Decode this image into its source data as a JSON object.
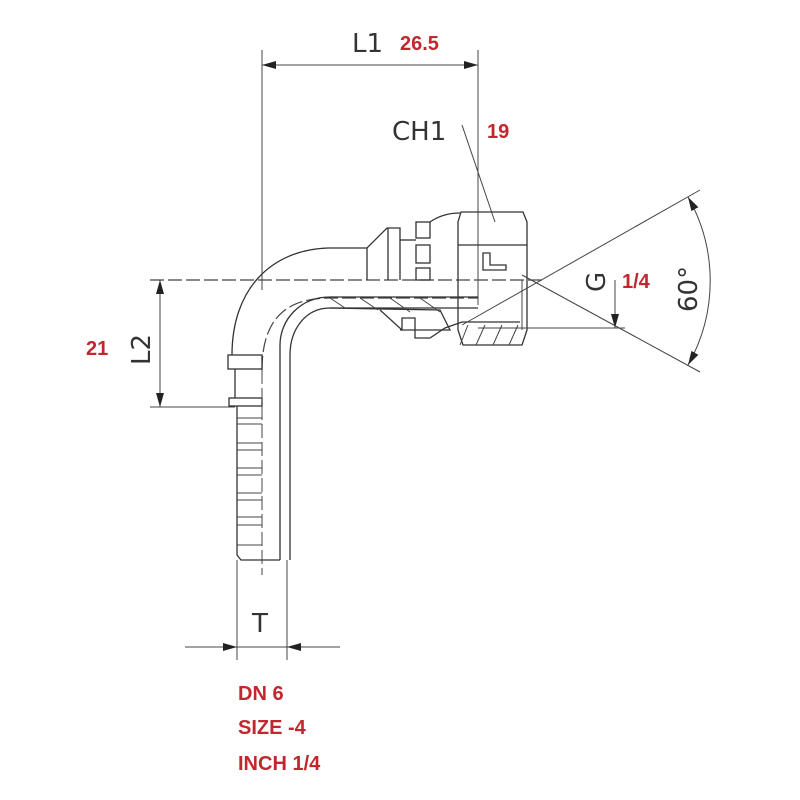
{
  "dimensions": {
    "L1": {
      "label": "L1",
      "value": "26.5"
    },
    "CH1": {
      "label": "CH1",
      "value": "19"
    },
    "L2": {
      "label": "L2",
      "value": "21"
    },
    "G": {
      "label": "G",
      "value": "1/4"
    },
    "angle": {
      "label": "60°"
    },
    "T": {
      "label": "T"
    }
  },
  "specs": [
    "DN 6",
    "SIZE -4",
    "INCH 1/4"
  ],
  "colors": {
    "value_text": "#c0282d",
    "line": "#333333"
  }
}
